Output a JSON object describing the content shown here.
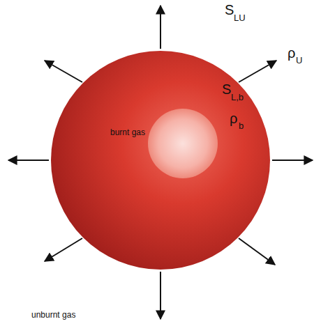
{
  "diagram": {
    "nodes": [
      {
        "text": [
          "S",
          "L,b",
          "ρ",
          "b",
          "burnt gas"
        ]
      }
    ],
    "labels": [
      "S",
      "LU",
      "ρ",
      "U",
      "unburnt gas"
    ]
  }
}
